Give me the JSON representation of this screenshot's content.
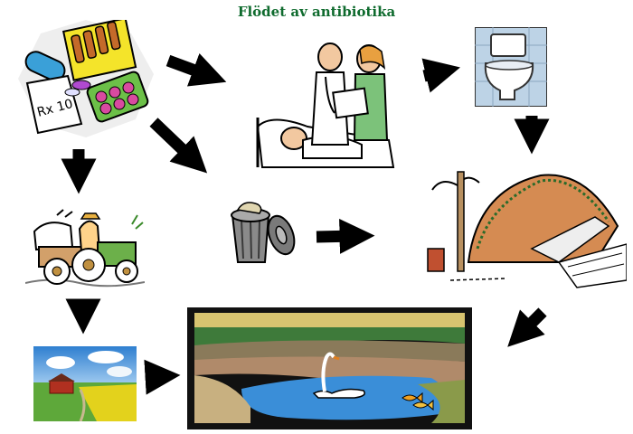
{
  "title": "Flödet av antibiotika",
  "colors": {
    "title": "#0f6b2e",
    "arrow": "#000000",
    "water": "#3a8ed8",
    "sky": "#4a9be0",
    "field": "#e3d21c",
    "grass": "#5ea83a",
    "barn": "#b03020",
    "mound": "#d58b52",
    "frame": "#111111"
  },
  "nodes": [
    {
      "id": "medicine",
      "icon": "medicine-pills-icon",
      "label_text": "Rx 10"
    },
    {
      "id": "hospital",
      "icon": "hospital-patient-doctors-icon"
    },
    {
      "id": "toilet",
      "icon": "toilet-icon"
    },
    {
      "id": "livestock",
      "icon": "farmer-tractor-cow-icon"
    },
    {
      "id": "trash",
      "icon": "trash-can-icon"
    },
    {
      "id": "landfill",
      "icon": "landfill-mound-icon"
    },
    {
      "id": "farmland",
      "icon": "farmland-barn-icon"
    },
    {
      "id": "lake",
      "icon": "lake-swan-fish-icon"
    }
  ],
  "edges": [
    {
      "from": "medicine",
      "to": "hospital"
    },
    {
      "from": "medicine",
      "to": "trash"
    },
    {
      "from": "medicine",
      "to": "livestock"
    },
    {
      "from": "hospital",
      "to": "toilet"
    },
    {
      "from": "toilet",
      "to": "landfill"
    },
    {
      "from": "trash",
      "to": "landfill"
    },
    {
      "from": "landfill",
      "to": "lake"
    },
    {
      "from": "livestock",
      "to": "farmland"
    },
    {
      "from": "farmland",
      "to": "lake"
    }
  ]
}
